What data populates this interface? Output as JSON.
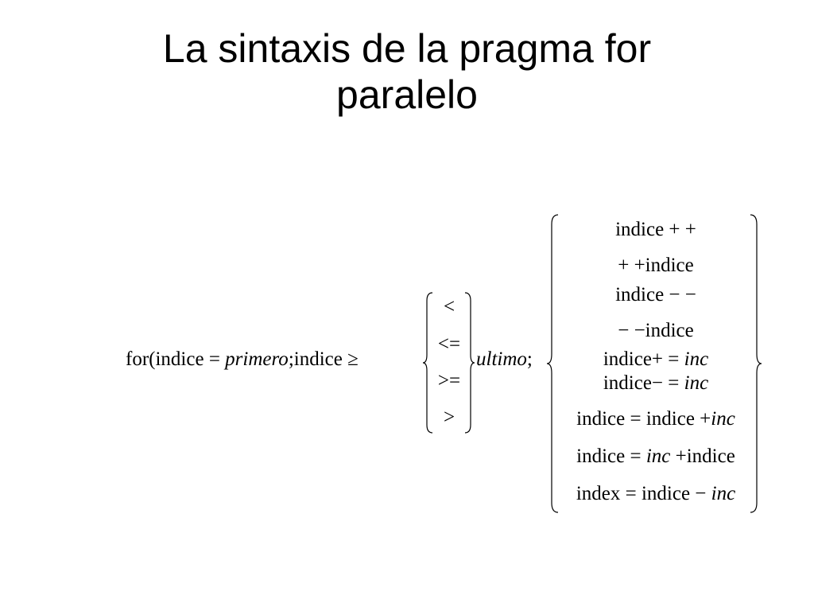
{
  "slide": {
    "title_line1": "La sintaxis de la pragma for",
    "title_line2": "paralelo"
  },
  "formula": {
    "prefix": {
      "for_open": "for(indice",
      "assign": " = ",
      "first": "primero",
      "semi1": ";",
      "index_word": "indice",
      "cmp_symbol": " ≥ "
    },
    "comparison_options": [
      "<",
      "<=",
      ">=",
      ">"
    ],
    "last": "ultimo",
    "semi2": ";",
    "increment_options": [
      {
        "parts": [
          {
            "t": "indice + +",
            "i": false
          }
        ]
      },
      {
        "parts": [
          {
            "t": "+ +indice",
            "i": false
          }
        ]
      },
      {
        "parts": [
          {
            "t": "indice − −",
            "i": false
          }
        ]
      },
      {
        "parts": [
          {
            "t": "− −indice",
            "i": false
          }
        ]
      },
      {
        "parts": [
          {
            "t": "indice+ = ",
            "i": false
          },
          {
            "t": "inc",
            "i": true
          }
        ]
      },
      {
        "parts": [
          {
            "t": "indice− = ",
            "i": false
          },
          {
            "t": "inc",
            "i": true
          }
        ]
      },
      {
        "parts": [
          {
            "t": "indice = indice +",
            "i": false
          },
          {
            "t": "inc",
            "i": true
          }
        ]
      },
      {
        "parts": [
          {
            "t": "indice = ",
            "i": false
          },
          {
            "t": "inc",
            "i": true
          },
          {
            "t": " +indice",
            "i": false
          }
        ]
      },
      {
        "parts": [
          {
            "t": "index = indice − ",
            "i": false
          },
          {
            "t": "inc",
            "i": true
          }
        ]
      }
    ]
  }
}
